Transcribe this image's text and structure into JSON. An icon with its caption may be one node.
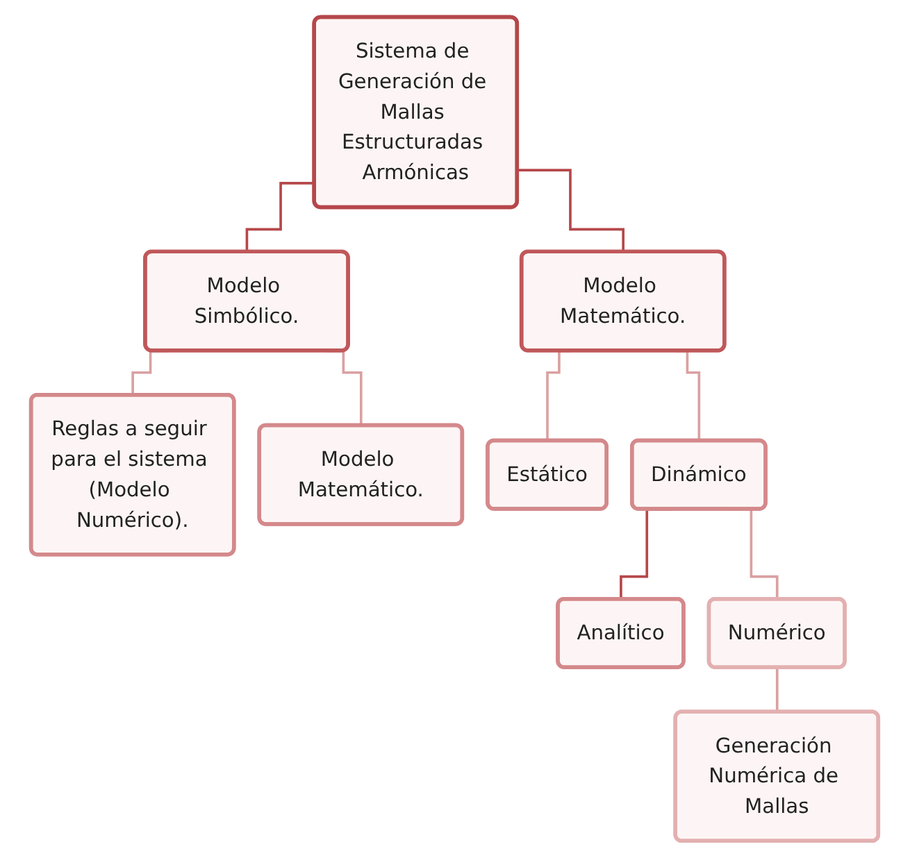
{
  "diagram": {
    "nodes": [
      {
        "text": [
          "Sistema de Generación de Mallas Estructuradas Armónicas"
        ]
      },
      {
        "text": [
          "Modelo Simbólico."
        ]
      },
      {
        "text": [
          "Modelo Matemático."
        ]
      },
      {
        "text": [
          "Reglas a seguir para el sistema (Modelo Numérico)."
        ]
      },
      {
        "text": [
          "Modelo Matemático."
        ]
      },
      {
        "text": [
          "Estático"
        ]
      },
      {
        "text": [
          "Dinámico"
        ]
      },
      {
        "text": [
          "Analítico"
        ]
      },
      {
        "text": [
          "Numérico"
        ]
      },
      {
        "text": [
          "Generación Numérica de Mallas"
        ]
      }
    ],
    "edges": [
      {
        "from": 0,
        "to": 1,
        "arrow": "none",
        "color": "#b5474a"
      },
      {
        "from": 0,
        "to": 2,
        "arrow": "none",
        "color": "#b5474a"
      },
      {
        "from": 1,
        "to": 3,
        "arrow": "none"
      },
      {
        "from": 1,
        "to": 4,
        "arrow": "none"
      },
      {
        "from": 2,
        "to": 5,
        "arrow": "none"
      },
      {
        "from": 2,
        "to": 6,
        "arrow": "none"
      },
      {
        "from": 6,
        "to": 7,
        "arrow": "none",
        "color": "#b5474a"
      },
      {
        "from": 6,
        "to": 8,
        "arrow": "none"
      },
      {
        "from": 8,
        "to": 9,
        "arrow": "none"
      }
    ]
  }
}
